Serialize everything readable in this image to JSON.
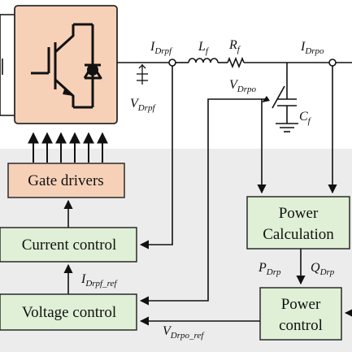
{
  "blocks": {
    "gate_drivers": "Gate drivers",
    "current_control": "Current control",
    "voltage_control": "Voltage control",
    "power_calculation_line1": "Power",
    "power_calculation_line2": "Calculation",
    "power_control_line1": "Power",
    "power_control_line2": "control"
  },
  "signals": {
    "i_drpf": {
      "main": "I",
      "sub": "Drpf"
    },
    "v_drpf": {
      "main": "V",
      "sub": "Drpf"
    },
    "l_f": {
      "main": "L",
      "sub": "f"
    },
    "r_f": {
      "main": "R",
      "sub": "f"
    },
    "i_drpo": {
      "main": "I",
      "sub": "Drpo"
    },
    "v_drpo": {
      "main": "V",
      "sub": "Drpo"
    },
    "c_f": {
      "main": "C",
      "sub": "f"
    },
    "i_drpf_ref": {
      "main": "I",
      "sub": "Drpf_ref"
    },
    "p_drp": {
      "main": "P",
      "sub": "Drp"
    },
    "q_drp": {
      "main": "Q",
      "sub": "Drp"
    },
    "v_drpo_ref": {
      "main": "V",
      "sub": "Drpo_ref"
    }
  },
  "colors": {
    "block_fill": "#f6d1b8",
    "block_stroke": "#2a2a2a",
    "shaded_region": "#ececec",
    "power_block_fill": "#dff0d6",
    "line": "#111111"
  }
}
